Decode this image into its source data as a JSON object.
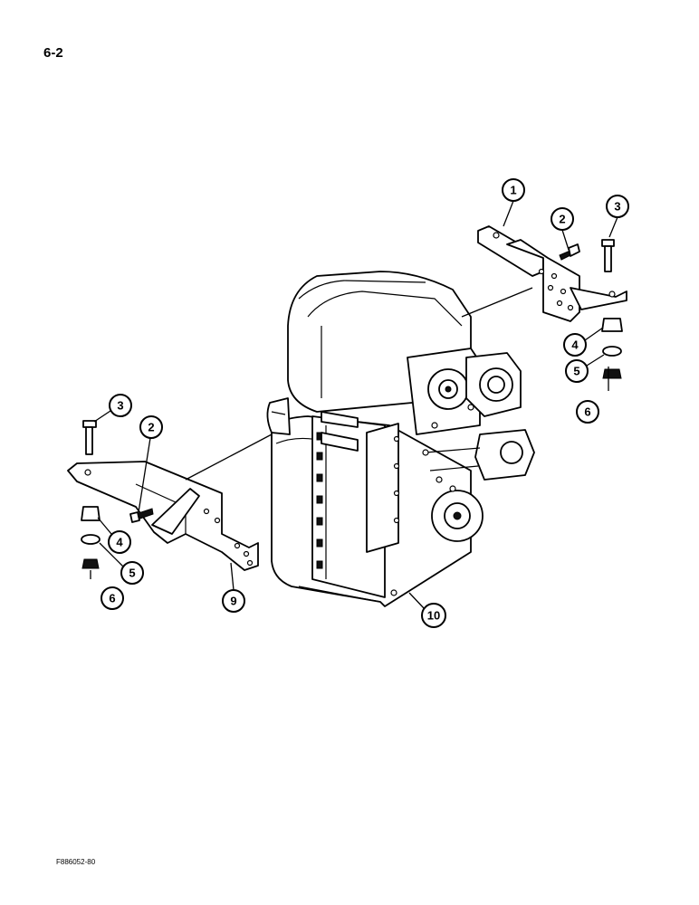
{
  "page": {
    "page_number": "6-2",
    "figure_code": "F886052-80"
  },
  "callouts": [
    {
      "id": "c1",
      "label": "1"
    },
    {
      "id": "c2r",
      "label": "2"
    },
    {
      "id": "c3r",
      "label": "3"
    },
    {
      "id": "c4r",
      "label": "4"
    },
    {
      "id": "c5r",
      "label": "5"
    },
    {
      "id": "c6r",
      "label": "6"
    },
    {
      "id": "c3l",
      "label": "3"
    },
    {
      "id": "c2l",
      "label": "2"
    },
    {
      "id": "c4l",
      "label": "4"
    },
    {
      "id": "c5l",
      "label": "5"
    },
    {
      "id": "c6l",
      "label": "6"
    },
    {
      "id": "c9",
      "label": "9"
    },
    {
      "id": "c10",
      "label": "10"
    }
  ]
}
